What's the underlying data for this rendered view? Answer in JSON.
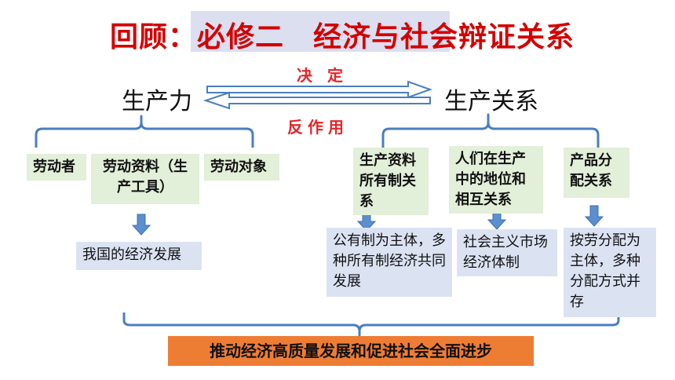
{
  "title": {
    "prefix": "回顾：",
    "main": "必修二　经济与社会",
    "suffix": "辩证关系",
    "color": "#d40000",
    "highlight_color": "#dcdff0"
  },
  "relation": {
    "left": "生产力",
    "right": "生产关系",
    "top_label": "决 定",
    "bottom_label": "反作用",
    "arrow_color": "#4a7ec0",
    "label_color": "#e0262b"
  },
  "productive_forces": {
    "items": [
      "劳动者",
      "劳动资料（生产工具）",
      "劳动对象"
    ],
    "result": "我国的经济发展"
  },
  "relations_of_production": {
    "items": [
      {
        "label": "生产资料所有制关系",
        "result": "公有制为主体，多种所有制经济共同发展"
      },
      {
        "label": "人们在生产中的地位和相互关系",
        "result": "社会主义市场经济体制"
      },
      {
        "label": "产品分配关系",
        "result": "按劳分配为主体，多种分配方式并存"
      }
    ]
  },
  "conclusion": "推动经济高质量发展和促进社会全面进步",
  "colors": {
    "green_box": "#e2efd9",
    "blue_box": "#dbe3f3",
    "orange_box": "#ee7d34",
    "brace": "#4a7ec0"
  }
}
